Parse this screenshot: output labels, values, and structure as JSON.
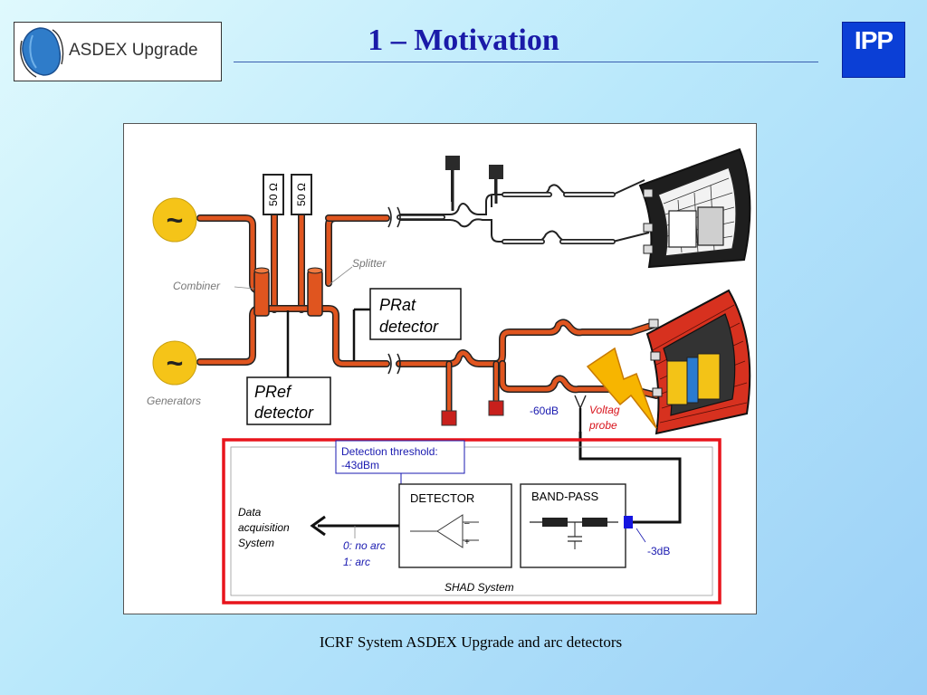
{
  "header": {
    "logo_text": "ASDEX Upgrade",
    "title": "1 – Motivation",
    "ipp_logo": "IPP"
  },
  "diagram": {
    "load_left": "50 Ω",
    "load_right": "50 Ω",
    "splitter": "Splitter",
    "combiner": "Combiner",
    "generators": "Generators",
    "generator_symbol": "~",
    "prat_line1": "PRat",
    "prat_line2": "detector",
    "pref_line1": "PRef",
    "pref_line2": "detector",
    "minus60db": "-60dB",
    "voltage_line1": "Voltag",
    "voltage_line2": "probe",
    "threshold_line1": "Detection threshold:",
    "threshold_line2": "-43dBm",
    "detector_label": "DETECTOR",
    "bandpass_label": "BAND-PASS",
    "daq_line1": "Data",
    "daq_line2": "acquisition",
    "daq_line3": "System",
    "state_0": "0: no arc",
    "state_1": "1: arc",
    "minus3db": "-3dB",
    "shad_system": "SHAD System",
    "opamp_minus": "–",
    "opamp_plus": "+"
  },
  "colors": {
    "title": "#1a1aa8",
    "line_orange": "#e0551f",
    "generator": "#f5c418",
    "shad_border": "#e8141c",
    "annotation_blue": "#1a1ab0",
    "voltage_red": "#d8141c",
    "ipp_blue": "#0b3fd6"
  },
  "caption": "ICRF System ASDEX Upgrade and arc detectors"
}
